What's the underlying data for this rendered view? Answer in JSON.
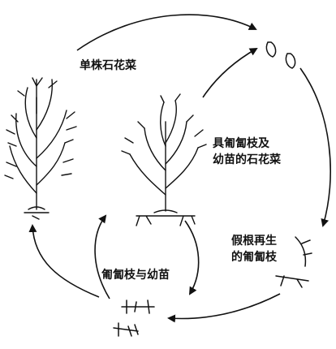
{
  "labels": {
    "single_plant": "单株石花菜",
    "plant_with_stolons_line1": "具匍匐枝及",
    "plant_with_stolons_line2": "幼苗的石花菜",
    "regenerated_line1": "假根再生",
    "regenerated_line2": "的匍匐枝",
    "stolons_and_seedlings": "匍匐枝与幼苗"
  },
  "colors": {
    "ink": "#111111",
    "background": "#ffffff"
  }
}
